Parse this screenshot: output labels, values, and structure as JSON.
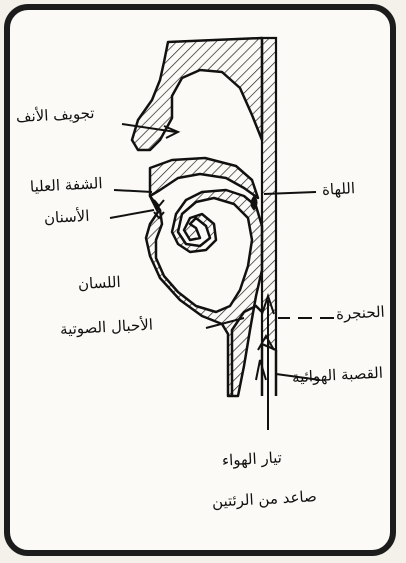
{
  "labels": {
    "nasal_cavity": "تجويف الأنف",
    "upper_lip": "الشفة العليا",
    "teeth": "الأسنان",
    "tongue": "اللسان",
    "vocal_cords": "الأحبال الصوتية",
    "uvula": "اللهاة",
    "larynx": "الحنجرة",
    "trachea": "القصبة الهوائية",
    "airflow_line1": "تيار الهواء",
    "airflow_line2": "صاعد من الرئتين"
  }
}
